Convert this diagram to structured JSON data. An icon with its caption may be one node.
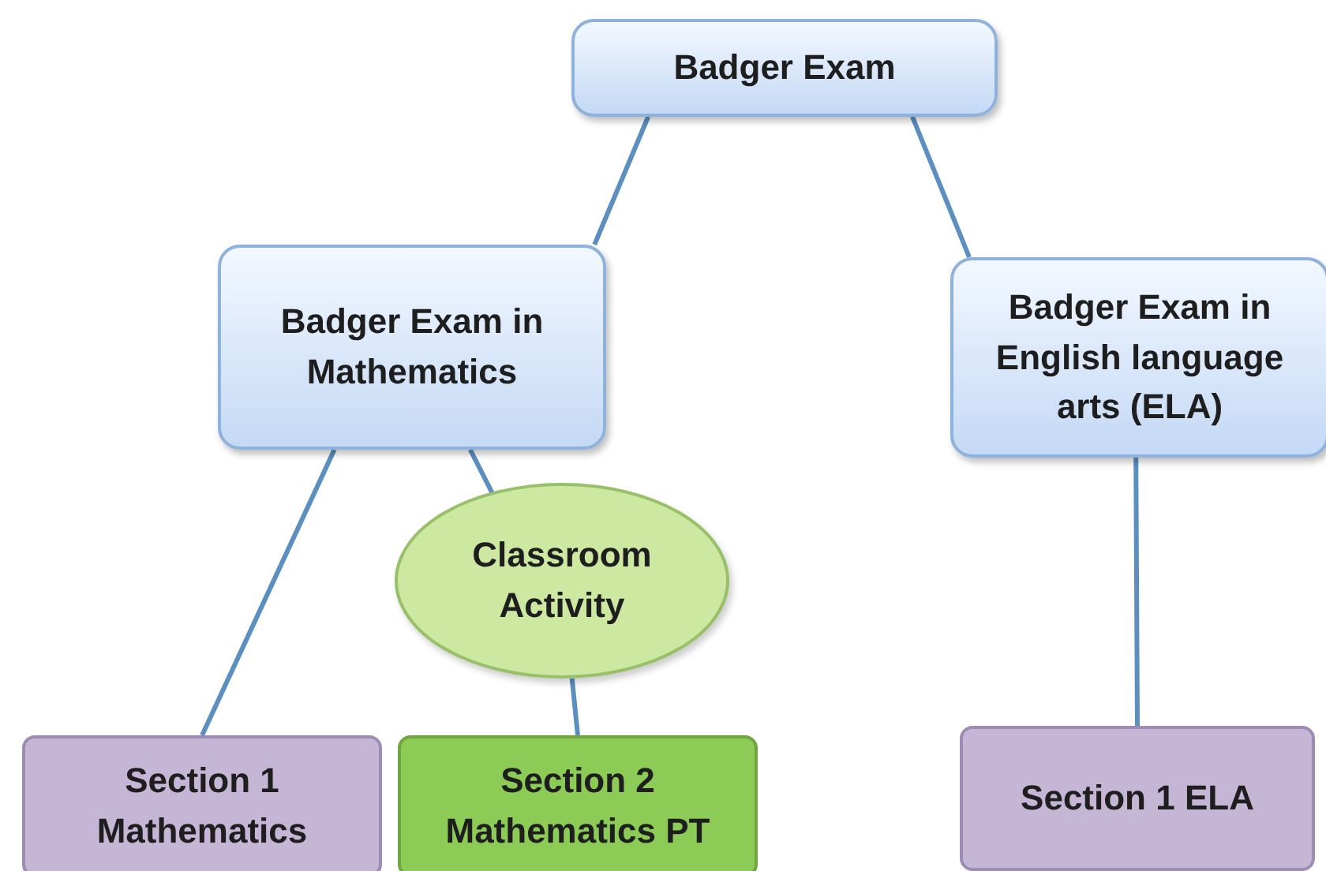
{
  "diagram": {
    "nodes": [
      {
        "text": [
          "Badger Exam"
        ]
      },
      {
        "text": [
          "Badger Exam in Mathematics"
        ]
      },
      {
        "text": [
          "Badger Exam in English language arts (ELA)"
        ]
      },
      {
        "text": [
          "Classroom Activity"
        ]
      },
      {
        "text": [
          "Section 1 Mathematics"
        ]
      },
      {
        "text": [
          "Section 2 Mathematics PT"
        ]
      },
      {
        "text": [
          "Section 1 ELA"
        ]
      }
    ],
    "edges": [
      {
        "from": 0,
        "to": 1,
        "arrow": "none"
      },
      {
        "from": 0,
        "to": 2,
        "arrow": "none"
      },
      {
        "from": 1,
        "to": 4,
        "arrow": "none"
      },
      {
        "from": 1,
        "to": 3,
        "arrow": "none"
      },
      {
        "from": 3,
        "to": 5,
        "arrow": "none"
      },
      {
        "from": 2,
        "to": 6,
        "arrow": "none"
      }
    ]
  }
}
